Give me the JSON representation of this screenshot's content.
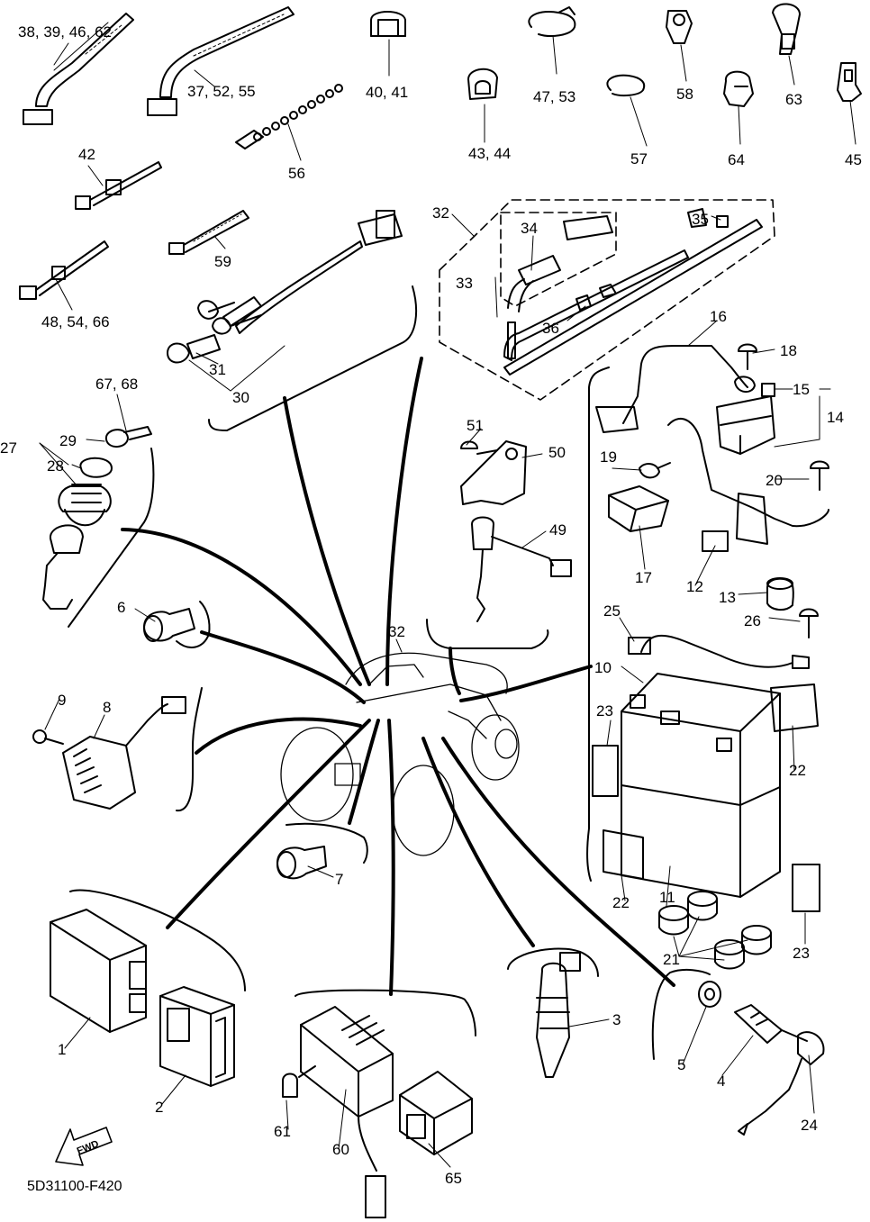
{
  "drawing_code": "5D31100-F420",
  "fwd_label": "FWD",
  "callouts": {
    "c1": "1",
    "c2": "2",
    "c3": "3",
    "c4": "4",
    "c5": "5",
    "c6": "6",
    "c7": "7",
    "c8": "8",
    "c9": "9",
    "c10": "10",
    "c11": "11",
    "c12": "12",
    "c13": "13",
    "c14": "14",
    "c15": "15",
    "c16": "16",
    "c17": "17",
    "c18": "18",
    "c19": "19",
    "c20": "20",
    "c21": "21",
    "c22a": "22",
    "c22b": "22",
    "c23a": "23",
    "c23b": "23",
    "c24": "24",
    "c25": "25",
    "c26": "26",
    "c27": "27",
    "c28": "28",
    "c29": "29",
    "c30": "30",
    "c31": "31",
    "c32a": "32",
    "c32b": "32",
    "c33": "33",
    "c34": "34",
    "c35": "35",
    "c36": "36",
    "c37": "37, 52, 55",
    "c38": "38, 39, 46, 62",
    "c40": "40, 41",
    "c42": "42",
    "c43": "43, 44",
    "c45": "45",
    "c47": "47, 53",
    "c48": "48, 54, 66",
    "c49": "49",
    "c50": "50",
    "c51": "51",
    "c56": "56",
    "c57": "57",
    "c58": "58",
    "c59": "59",
    "c60": "60",
    "c61": "61",
    "c63": "63",
    "c64": "64",
    "c65": "65",
    "c67": "67, 68"
  }
}
